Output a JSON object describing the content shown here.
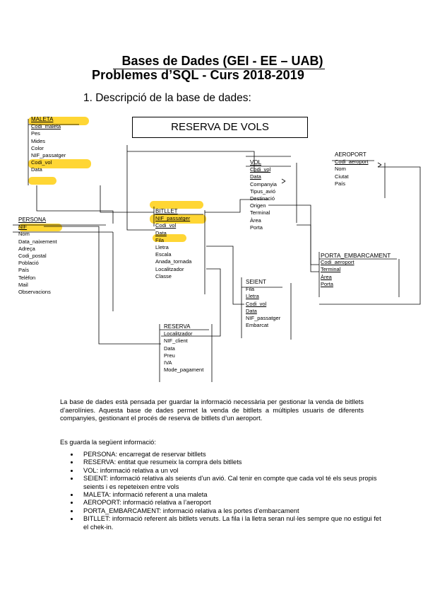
{
  "header": {
    "title": "Bases de Dades (GEI - EE – UAB)",
    "subtitle": "Problemes d’SQL - Curs 2018-2019",
    "section": "1. Descripció de la base de dades:"
  },
  "diagram": {
    "title": "RESERVA DE VOLS",
    "entities": {
      "maleta": {
        "name": "MALETA",
        "fields": [
          "Codi_maleta",
          "Pes",
          "Mides",
          "Color",
          "NIF_passatger",
          "Codi_vol",
          "Data"
        ]
      },
      "persona": {
        "name": "PERSONA",
        "fields": [
          "NIF",
          "Nom",
          "Data_naixement",
          "Adreça",
          "Codi_postal",
          "Població",
          "País",
          "Telèfon",
          "Mail",
          "Observacions"
        ]
      },
      "bitllet": {
        "name": "BITLLET",
        "fields": [
          "NIF_passatger",
          "Codi_vol",
          "Data",
          "Fila",
          "Lletra",
          "Escala",
          "Anada_tornada",
          "Localitzador",
          "Classe"
        ]
      },
      "vol": {
        "name": "VOL",
        "fields": [
          "Codi_vol",
          "Data",
          "Companyia",
          "Tipus_avió",
          "Destinació",
          "Origen",
          "Terminal",
          "Àrea",
          "Porta"
        ]
      },
      "aeroport": {
        "name": "AEROPORT",
        "fields": [
          "Codi_aeroport",
          "Nom",
          "Ciutat",
          "País"
        ]
      },
      "porta": {
        "name": "PORTA_EMBARCAMENT",
        "fields": [
          "Codi_aeroport",
          "Terminal",
          "Àrea",
          "Porta"
        ]
      },
      "seient": {
        "name": "SEIENT",
        "fields": [
          "Fila",
          "Lletra",
          "Codi_vol",
          "Data",
          "NIF_passatger",
          "Embarcat"
        ]
      },
      "reserva": {
        "name": "RESERVA",
        "fields": [
          "Localitzador",
          "NIF_client",
          "Data",
          "Preu",
          "IVA",
          "Mode_pagament"
        ]
      }
    }
  },
  "intro": "La base de dades està pensada per guardar la informació necessària per gestionar la venda de bitllets d’aerolínies. Aquesta base de dades permet la venda de bitllets a múltiples usuaris de diferents companyies, gestionant el procés de reserva de bitllets d’un aeroport.",
  "lead": "Es guarda la següent informació:",
  "bullets": [
    "PERSONA: encarregat de reservar bitllets",
    "RESERVA: entitat que resumeix la compra dels bitllets",
    "VOL: informació relativa a un vol",
    "SEIENT: informació relativa als seients d’un avió. Cal tenir en compte que cada vol té els seus propis seients i es repeteixen entre vols",
    "MALETA: informació referent a una maleta",
    "AEROPORT: informació relativa a l’aeroport",
    "PORTA_EMBARCAMENT: informació relativa a les portes d’embarcament",
    "BITLLET: informació referent als bitllets venuts. La fila i la lletra seran nul·les sempre que no estigui fet el chek-in."
  ],
  "colors": {
    "highlight": "#ffd21e",
    "ink": "#000000"
  }
}
